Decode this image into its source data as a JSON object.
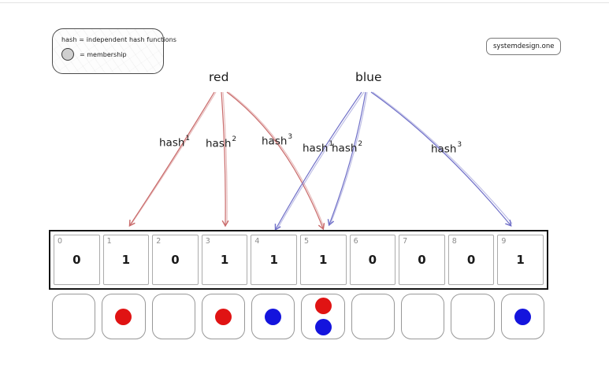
{
  "brand": {
    "label": "systemdesign.one"
  },
  "legend": {
    "hash_line": "hash = independent hash functions",
    "membership_line": "= membership"
  },
  "elements": {
    "red": {
      "label": "red"
    },
    "blue": {
      "label": "blue"
    }
  },
  "hash_functions": {
    "red": [
      {
        "base": "hash",
        "sup": "1",
        "target_index": 1
      },
      {
        "base": "hash",
        "sup": "2",
        "target_index": 3
      },
      {
        "base": "hash",
        "sup": "3",
        "target_index": 5
      }
    ],
    "blue": [
      {
        "base": "hash",
        "sup": "1",
        "target_index": 4
      },
      {
        "base": "hash",
        "sup": "2",
        "target_index": 5
      },
      {
        "base": "hash",
        "sup": "3",
        "target_index": 9
      }
    ]
  },
  "bit_array": {
    "cells": [
      {
        "index": "0",
        "value": "0"
      },
      {
        "index": "1",
        "value": "1"
      },
      {
        "index": "2",
        "value": "0"
      },
      {
        "index": "3",
        "value": "1"
      },
      {
        "index": "4",
        "value": "1"
      },
      {
        "index": "5",
        "value": "1"
      },
      {
        "index": "6",
        "value": "0"
      },
      {
        "index": "7",
        "value": "0"
      },
      {
        "index": "8",
        "value": "0"
      },
      {
        "index": "9",
        "value": "1"
      }
    ]
  },
  "membership": {
    "slots": [
      {
        "dots": []
      },
      {
        "dots": [
          "red"
        ]
      },
      {
        "dots": []
      },
      {
        "dots": [
          "red"
        ]
      },
      {
        "dots": [
          "blue"
        ]
      },
      {
        "dots": [
          "red",
          "blue"
        ]
      },
      {
        "dots": []
      },
      {
        "dots": []
      },
      {
        "dots": []
      },
      {
        "dots": [
          "blue"
        ]
      }
    ]
  },
  "colors": {
    "red_arrow": "#c96a6a",
    "blue_arrow": "#7070c8",
    "red_dot": "#e01313",
    "blue_dot": "#1414dd"
  }
}
